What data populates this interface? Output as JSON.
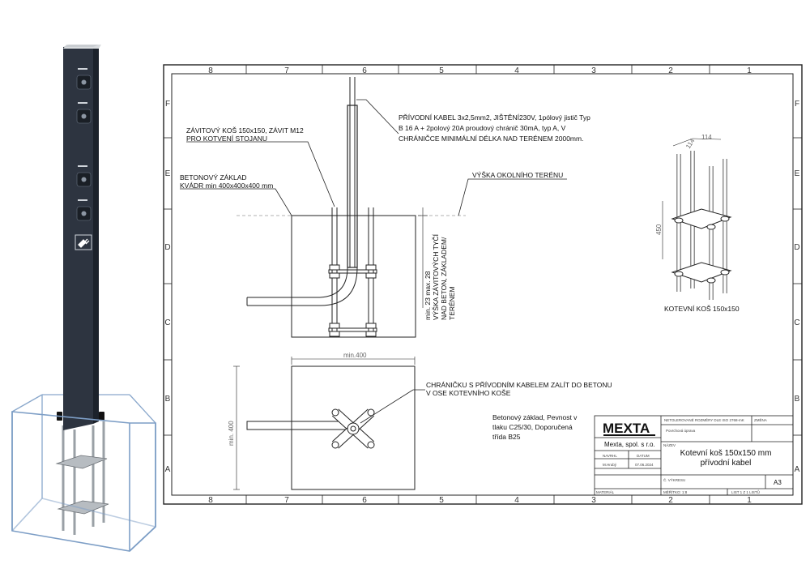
{
  "frame": {
    "columns": [
      "8",
      "7",
      "6",
      "5",
      "4",
      "3",
      "2",
      "1"
    ],
    "rows": [
      "F",
      "E",
      "D",
      "C",
      "B",
      "A"
    ]
  },
  "notes": {
    "cable": [
      "PŘÍVODNÍ KABEL 3x2,5mm2, JIŠTĚNÍ230V, 1pólový jistič Typ",
      "B 16 A + 2polový 20A proudový chránič 30mA, typ A, V",
      "CHRÁNIČCE MINIMÁLNÍ DÉLKA NAD TERÉNEM 2000mm."
    ],
    "cage_label": [
      "ZÁVITOVÝ KOŠ 150x150, ZÁVIT M12",
      "PRO KOTVENÍ STOJANU"
    ],
    "foundation_label": [
      "BETONOVÝ ZÁKLAD",
      "KVÁDR min 400x400x400 mm"
    ],
    "terrain": "VÝŠKA OKOLNÍHO TERÉNU",
    "rod_height": [
      "min. 23 max. 28",
      "VÝŠKA ZÁVITOVÝCH TYČÍ",
      "NAD BETON, ZÁKLADEM/",
      "TERÉNEM"
    ],
    "pipe_in_concrete": [
      "CHRÁNIČKU S PŘÍVODNÍM KABELEM ZALÍT DO BETONU",
      "V OSE KOTEVNÍHO KOŠE"
    ],
    "concrete_spec": [
      "Betonový základ, Pevnost v",
      "tlaku C25/30, Doporučená",
      "třída B25"
    ]
  },
  "dimensions": {
    "width_top": "min.400",
    "height_side": "min. 400",
    "cage_w1": "114",
    "cage_w2": "114",
    "cage_h": "450"
  },
  "detail_label": "KOTEVNÍ KOŠ 150x150",
  "title_block": {
    "logo": "MEXTA",
    "company": "Mexta, spol. s r.o.",
    "tolerance_note": "NETOLEROVANÉ ROZMĚRY DLE ISO 2768-mK",
    "surface": "Povrchová úprava",
    "revision_label": "ZMĚNA",
    "name_label": "NÁZEV",
    "title": [
      "Kotevní koš 150x150 mm",
      "přívodní kabel"
    ],
    "author_label": "NAVRHL",
    "author": "M.Hrubý",
    "date_label": "DATUM",
    "date": "07.06.2024",
    "drawing_no_label": "Č. VÝKRESU",
    "format": "A3",
    "material_label": "MATERIÁL",
    "scale": "MĚŘÍTKO: 1:8",
    "sheet": "LIST 1 Z 1 LISTŮ"
  },
  "colors": {
    "post": "#2d3440",
    "post_dark": "#1c222b",
    "glass": "#7d9ec6",
    "line": "#222222"
  }
}
